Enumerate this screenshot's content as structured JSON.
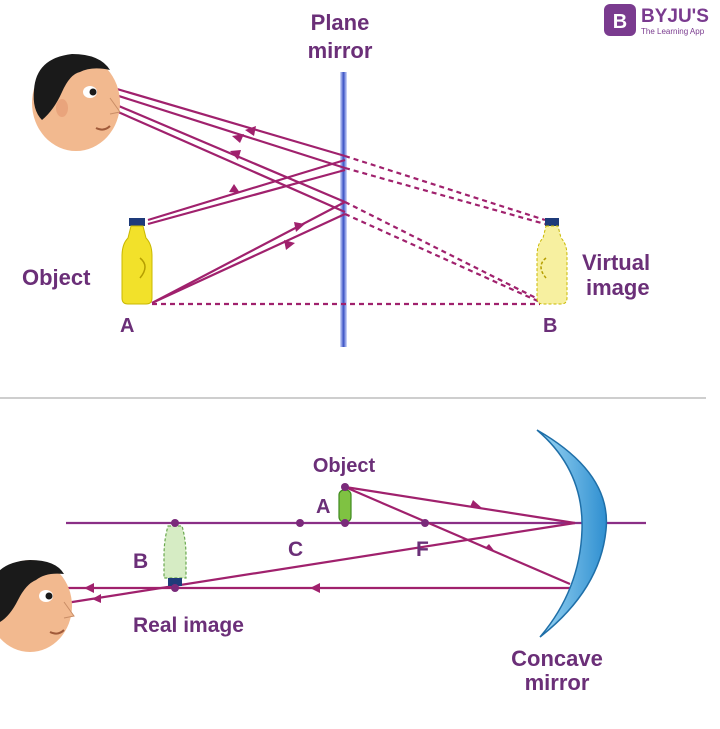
{
  "brand": {
    "name": "BYJU'S",
    "tagline": "The Learning App",
    "logo_letter": "B",
    "color": "#7a3b8f"
  },
  "top": {
    "mirror_label_line1": "Plane",
    "mirror_label_line2": "mirror",
    "object_label": "Object",
    "image_label_line1": "Virtual",
    "image_label_line2": "image",
    "point_a": "A",
    "point_b": "B"
  },
  "bottom": {
    "object_label": "Object",
    "point_a": "A",
    "point_b": "B",
    "point_c": "C",
    "point_f": "F",
    "image_label": "Real image",
    "mirror_label_line1": "Concave",
    "mirror_label_line2": "mirror"
  },
  "colors": {
    "ray": "#a0216d",
    "label": "#6b2f78",
    "plane_mirror": "#3a52c4",
    "concave_mirror": "#5ab4e8",
    "bottle": "#f2e12a",
    "small_object": "#7fc242"
  }
}
